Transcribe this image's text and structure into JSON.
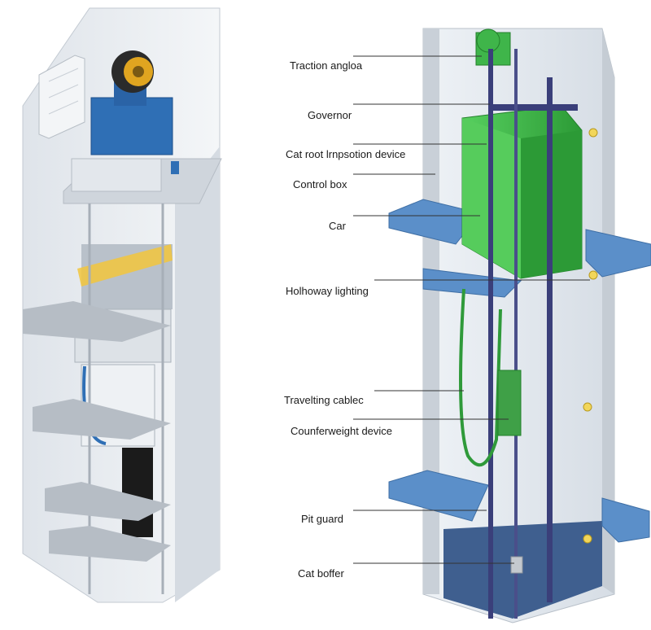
{
  "labels": [
    {
      "id": "traction",
      "text": "Traction angloa"
    },
    {
      "id": "governor",
      "text": "Governor"
    },
    {
      "id": "car-roof",
      "text": "Cat root lrnpsotion device"
    },
    {
      "id": "control-box",
      "text": "Control box"
    },
    {
      "id": "car",
      "text": "Car"
    },
    {
      "id": "hoistway-lighting",
      "text": "Holhoway lighting"
    },
    {
      "id": "traveling-cable",
      "text": "Travelting cablec"
    },
    {
      "id": "counterweight",
      "text": "Counferweight device"
    },
    {
      "id": "pit-guard",
      "text": "Pit guard"
    },
    {
      "id": "car-buffer",
      "text": "Cat boffer"
    }
  ],
  "colors": {
    "wall": "#e9edf2",
    "wall_shadow": "#c9d0d8",
    "floor_slab": "#5b8fc9",
    "car_green": "#3fb54a",
    "machine_blue": "#2f6fb5",
    "rail_dark": "#3a3f7a",
    "label_text": "#1a1a1a"
  }
}
